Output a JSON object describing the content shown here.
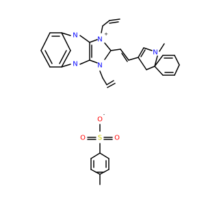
{
  "atoms": {
    "n1": "N",
    "n2": "N",
    "n_plus": "N",
    "n_bottom": "N",
    "n_indole": "N",
    "s": "S",
    "o_minus": "O",
    "o_left": "O",
    "o_right": "O"
  },
  "charges": {
    "cation": "+",
    "anion": "-"
  },
  "colors": {
    "nitrogen": "#0000FF",
    "oxygen": "#FF0000",
    "sulfur": "#CCCC00",
    "bond": "#000000",
    "background": "#FFFFFF"
  }
}
